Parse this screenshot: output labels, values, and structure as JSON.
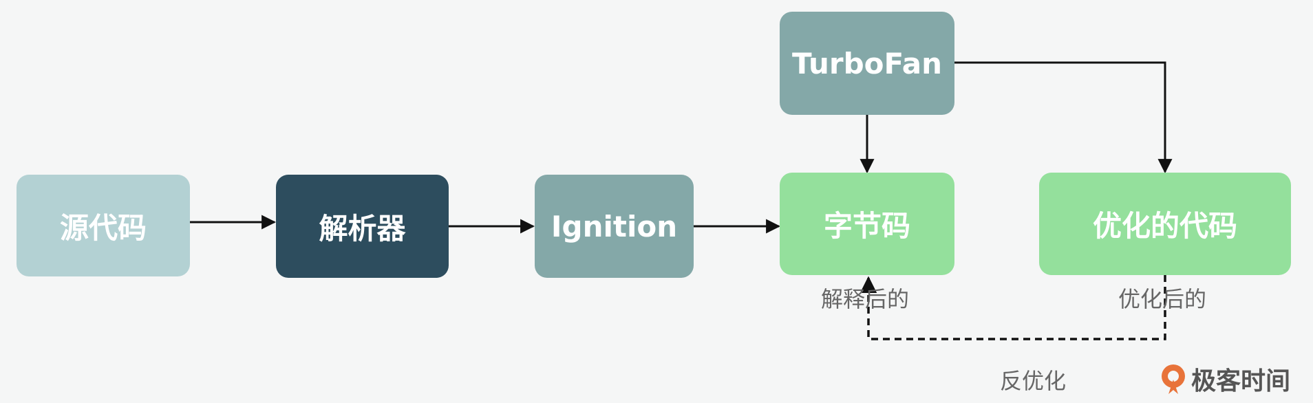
{
  "nodes": {
    "source": {
      "label": "源代码",
      "color": "#b3d1d3"
    },
    "parser": {
      "label": "解析器",
      "color": "#2d4d5e"
    },
    "ignition": {
      "label": "Ignition",
      "color": "#84a8a8"
    },
    "turbofan": {
      "label": "TurboFan",
      "color": "#84a8a8"
    },
    "bytecode": {
      "label": "字节码",
      "color": "#94e09c"
    },
    "optimized": {
      "label": "优化的代码",
      "color": "#94e09c"
    }
  },
  "labels": {
    "interpreted": "解释后的",
    "optimized_after": "优化后的",
    "deoptimize": "反优化"
  },
  "brand": {
    "name": "极客时间",
    "icon": "geektime-logo-icon",
    "color": "#e8733a"
  }
}
